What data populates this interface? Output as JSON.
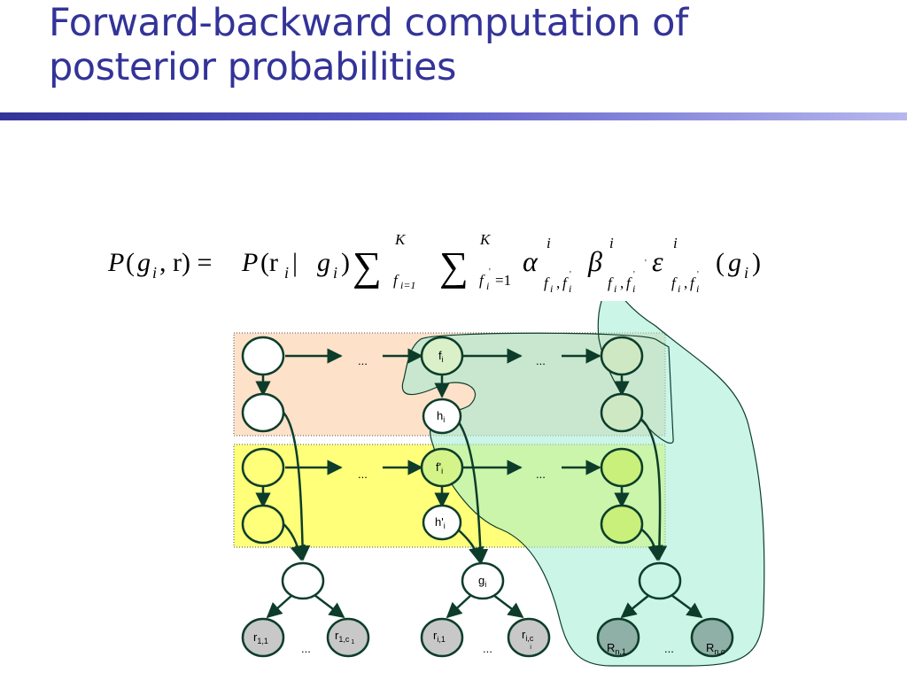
{
  "slide": {
    "title_line1": "Forward-backward computation of",
    "title_line2": "posterior probabilities"
  },
  "equation": {
    "lhs_P": "P",
    "lhs_open": "(",
    "lhs_g": "g",
    "lhs_i": "i",
    "lhs_comma_r": ", r) =",
    "rhs_P": "P",
    "rhs_open": "(r",
    "rhs_i": "i",
    "rhs_bar": " | ",
    "rhs_g": "g",
    "rhs_gi": "i",
    "rhs_close": ")",
    "sum_symbol": "∑",
    "sum1_upper": "K",
    "sum1_lower": "f",
    "sum1_lower_sub": "i=1",
    "sum2_upper": "K",
    "sum2_lower": "f",
    "sum2_lower_sub": "i",
    "sum2_lower_eq": "=1",
    "alpha": "α",
    "alpha_sup": "i",
    "alpha_sub": "f",
    "beta": "β",
    "beta_sup": "i",
    "beta_sub": "f",
    "epsilon": "ε",
    "eps_sup": "i",
    "eps_sub": "f",
    "sub_i": "i",
    "sub_comma": ",",
    "prime": "'",
    "tail_open": "(",
    "tail_g": "g",
    "tail_i": "i",
    "tail_close": ")"
  },
  "diagram": {
    "colors": {
      "upper_band": "#fde1c9",
      "lower_band": "#ffff7a",
      "highlight": "#b4f3e0",
      "node_fill": "#ffffff",
      "observed_fill": "#c8c8c8",
      "observed_highlight": "#8fb0a6",
      "edge": "#0d3d2a"
    },
    "nodes": {
      "f_i": "f",
      "f_i_sub": "i",
      "h_i": "h",
      "h_i_sub": "i",
      "fp_i": "f'",
      "fp_i_sub": "i",
      "hp_i": "h'",
      "hp_i_sub": "i",
      "g_i": "g",
      "g_i_sub": "i",
      "r11": "r",
      "r11_sub": "1,1",
      "r1c": "r",
      "r1c_sub": "1,c",
      "r1c_subsub": "1",
      "ri1": "r",
      "ri1_sub": "i,1",
      "ric": "r",
      "ric_sub": "i,c",
      "ric_subsub": "i",
      "Rn1": "R",
      "Rn1_sub": "n,1",
      "Rnc": "R",
      "Rnc_sub": "n,c"
    },
    "ellipsis": "..."
  }
}
